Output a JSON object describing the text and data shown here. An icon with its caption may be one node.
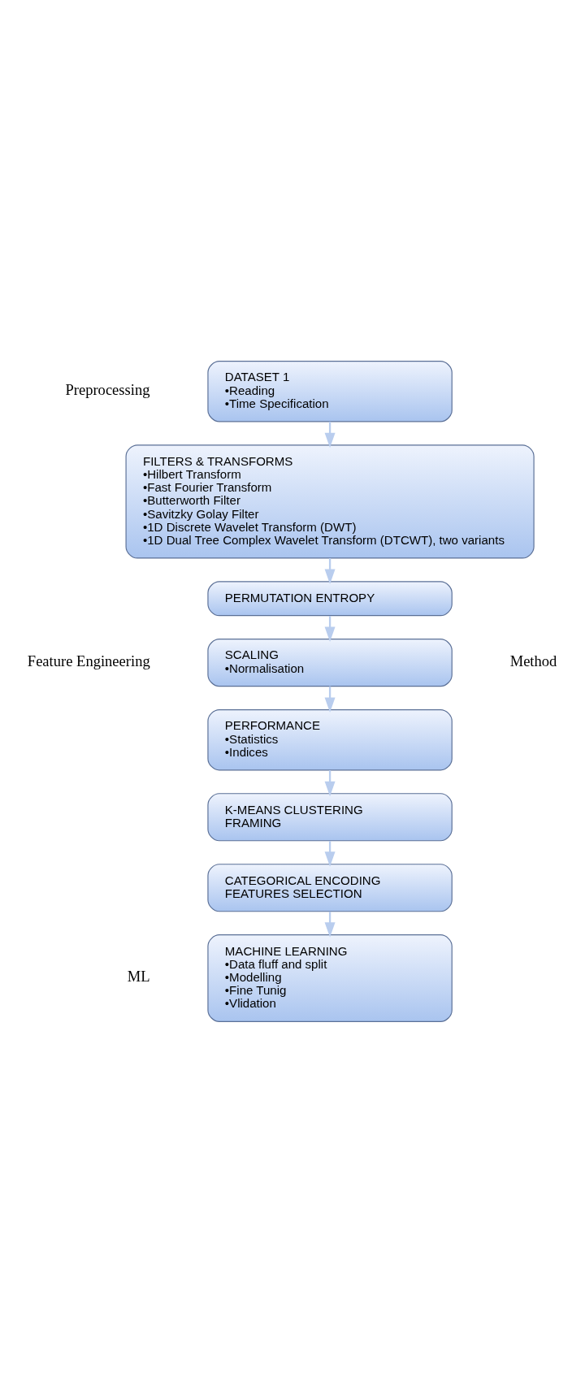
{
  "diagram": {
    "nodes": [
      {
        "text": [
          "DATASET 1",
          "•Reading",
          "•Time Specification"
        ]
      },
      {
        "text": [
          "FILTERS & TRANSFORMS",
          "•Hilbert Transform",
          "•Fast Fourier Transform",
          "•Butterworth Filter",
          "•Savitzky Golay Filter",
          "•1D Discrete Wavelet Transform (DWT)",
          "•1D Dual Tree Complex Wavelet Transform (DTCWT), two variants"
        ]
      },
      {
        "text": [
          "PERMUTATION ENTROPY"
        ]
      },
      {
        "text": [
          "SCALING",
          "•Normalisation"
        ]
      },
      {
        "text": [
          "PERFORMANCE",
          "•Statistics",
          "•Indices"
        ]
      },
      {
        "text": [
          "K-MEANS CLUSTERING",
          "FRAMING"
        ]
      },
      {
        "text": [
          "CATEGORICAL ENCODING",
          "FEATURES SELECTION"
        ]
      },
      {
        "text": [
          "MACHINE LEARNING",
          "•Data fluff and split",
          "•Modelling",
          "•Fine Tunig",
          "•Vlidation"
        ]
      }
    ],
    "edges": [
      {
        "from": 0,
        "to": 1,
        "arrow": "to"
      },
      {
        "from": 1,
        "to": 2,
        "arrow": "to"
      },
      {
        "from": 2,
        "to": 3,
        "arrow": "to"
      },
      {
        "from": 3,
        "to": 4,
        "arrow": "to"
      },
      {
        "from": 4,
        "to": 5,
        "arrow": "to"
      },
      {
        "from": 5,
        "to": 6,
        "arrow": "to"
      },
      {
        "from": 6,
        "to": 7,
        "arrow": "to"
      }
    ],
    "labels": [
      "Preprocessing",
      "Feature Engineering",
      "Method",
      "ML"
    ]
  }
}
